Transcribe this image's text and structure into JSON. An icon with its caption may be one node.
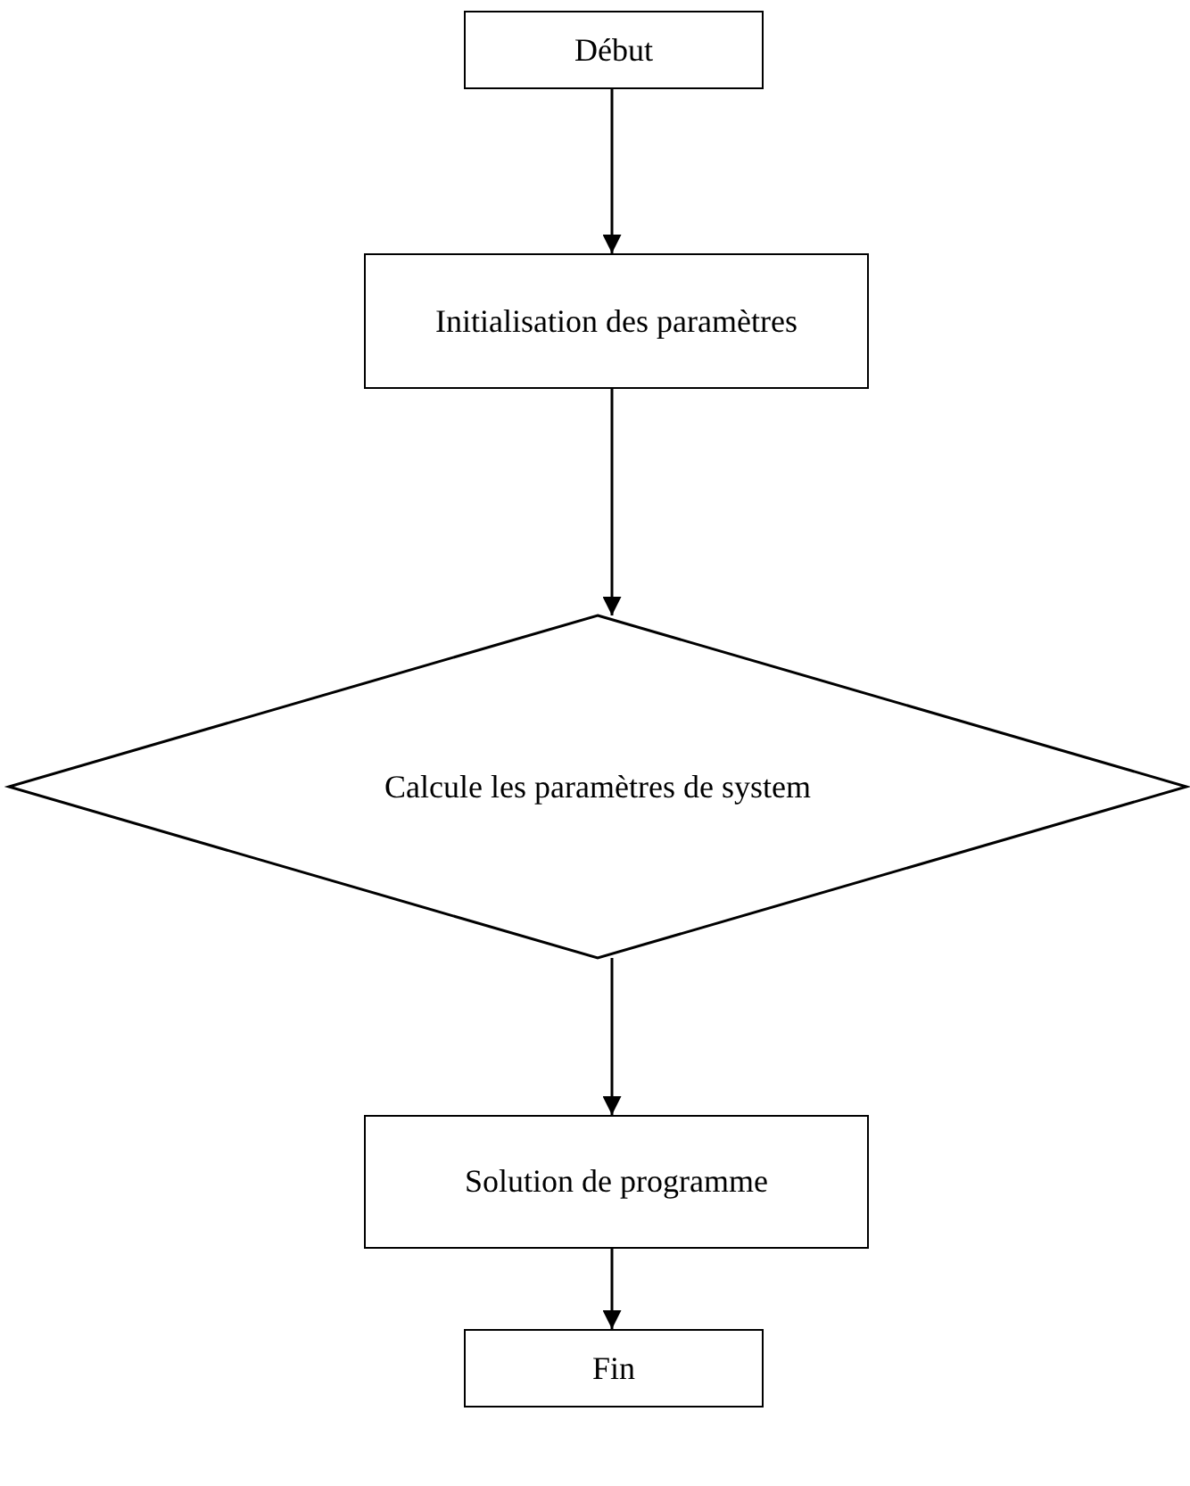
{
  "diagram": {
    "nodes": [
      {
        "text": [
          "Début"
        ]
      },
      {
        "text": [
          "Initialisation des paramètres"
        ]
      },
      {
        "text": [
          "Calcule les paramètres de system"
        ]
      },
      {
        "text": [
          "Solution de programme"
        ]
      },
      {
        "text": [
          "Fin"
        ]
      }
    ],
    "edges": [
      {
        "from": 0,
        "to": 1,
        "arrow": "to"
      },
      {
        "from": 1,
        "to": 2,
        "arrow": "to"
      },
      {
        "from": 2,
        "to": 3,
        "arrow": "to"
      },
      {
        "from": 3,
        "to": 4,
        "arrow": "to"
      }
    ]
  }
}
